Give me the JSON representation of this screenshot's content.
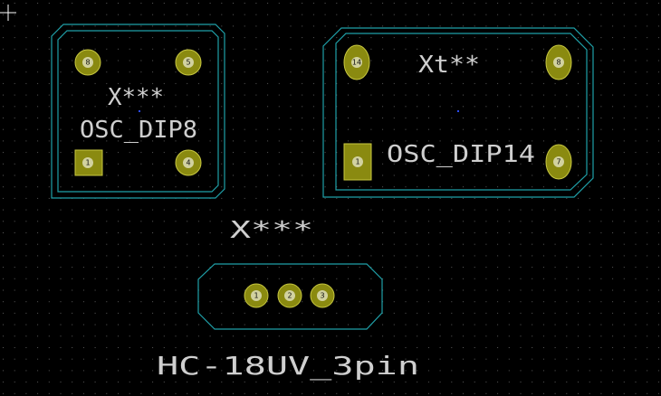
{
  "colors": {
    "background": "#000000",
    "grid": "#5a5a5a",
    "courtyard": "#1fa0a8",
    "pad": "#8a8a10",
    "pad_hole": "#d2d2a0",
    "silkscreen": "#cfcfcf",
    "anchor": "#2b4cff"
  },
  "footprints": {
    "osc_dip8": {
      "reference": "X***",
      "value": "OSC_DIP8",
      "pads": [
        "8",
        "5",
        "1",
        "4"
      ]
    },
    "osc_dip14": {
      "reference": "Xt**",
      "value": "OSC_DIP14",
      "pads": [
        "14",
        "8",
        "1",
        "7"
      ]
    },
    "hc18uv": {
      "reference": "X***",
      "value": "HC-18UV_3pin",
      "pads": [
        "1",
        "2",
        "3"
      ]
    }
  }
}
